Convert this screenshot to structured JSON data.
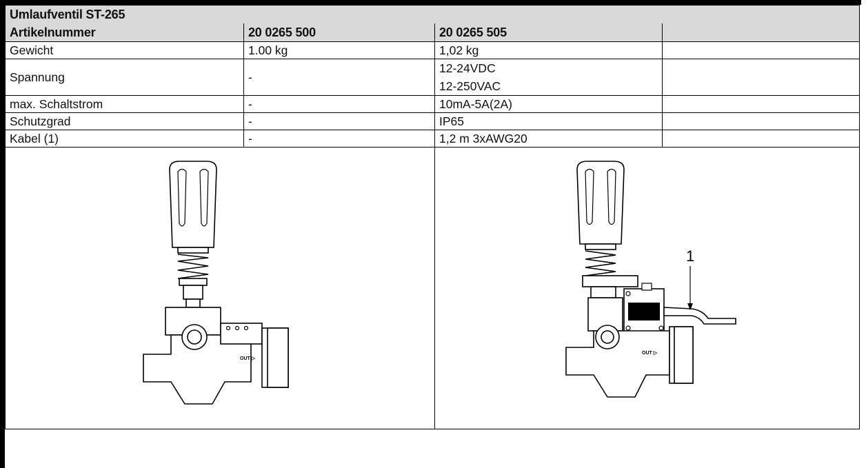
{
  "table": {
    "title": "Umlaufventil ST-265",
    "header": [
      "Artikelnummer",
      "20 0265 500",
      "20 0265 505",
      ""
    ],
    "rows": [
      {
        "label": "Gewicht",
        "a": "1.00 kg",
        "b": "1,02 kg"
      },
      {
        "label": "Spannung",
        "a": "-",
        "b1": "12-24VDC",
        "b2": "12-250VAC"
      },
      {
        "label": "max. Schaltstrom",
        "a": "-",
        "b": "10mA-5A(2A)"
      },
      {
        "label": "Schutzgrad",
        "a": "-",
        "b": "IP65"
      },
      {
        "label": "Kabel (1)",
        "a": "-",
        "b": "1,2 m 3xAWG20"
      }
    ]
  },
  "drawings": {
    "left_mark": "OUT ▷",
    "right_mark": "OUT ▷",
    "callout": "1"
  }
}
